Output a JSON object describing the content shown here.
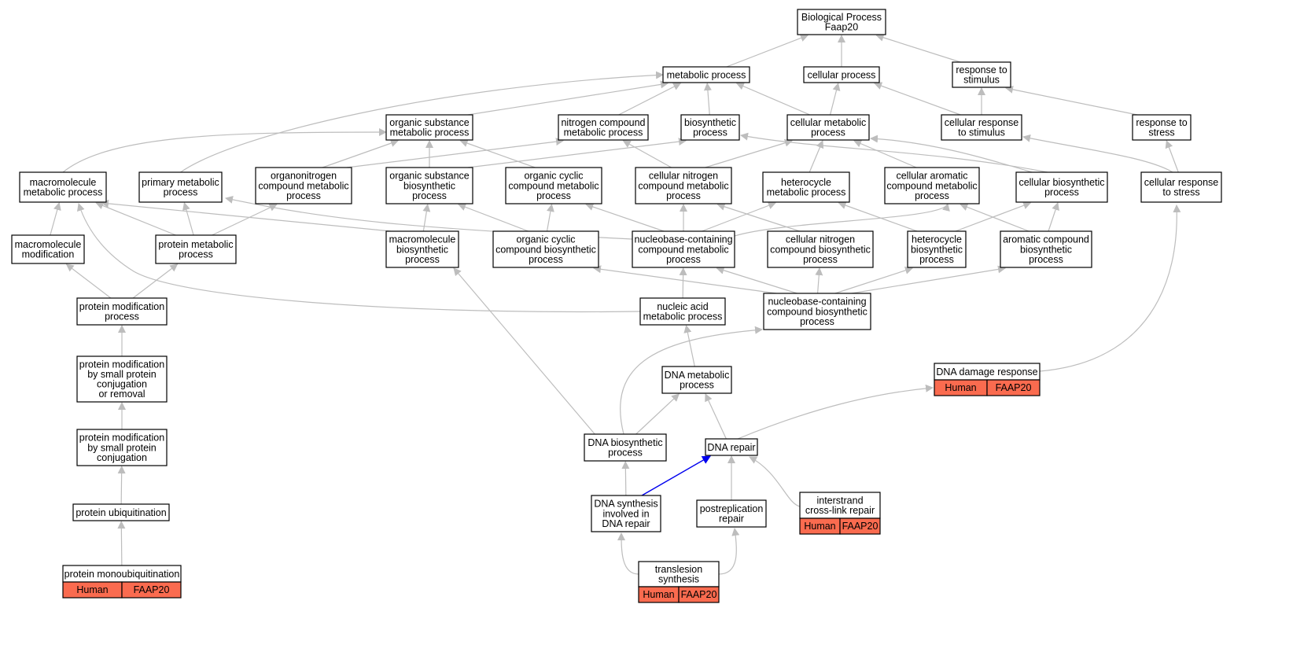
{
  "colors": {
    "edge": "#bdbdbd",
    "highlight_edge": "#0000ee",
    "annotation_fill": "#fa6b4f",
    "node_border": "#000000"
  },
  "nodes": {
    "root": {
      "lines": [
        "Biological Process",
        "Faap20"
      ]
    },
    "metabolic": {
      "lines": [
        "metabolic process"
      ]
    },
    "cellular": {
      "lines": [
        "cellular process"
      ]
    },
    "response_stimulus": {
      "lines": [
        "response to",
        "stimulus"
      ]
    },
    "organic_substance_metabolic": {
      "lines": [
        "organic substance",
        "metabolic process"
      ]
    },
    "nitrogen_compound_metabolic": {
      "lines": [
        "nitrogen compound",
        "metabolic process"
      ]
    },
    "biosynthetic": {
      "lines": [
        "biosynthetic",
        "process"
      ]
    },
    "cellular_metabolic": {
      "lines": [
        "cellular metabolic",
        "process"
      ]
    },
    "cellular_response_stimulus": {
      "lines": [
        "cellular response",
        "to stimulus"
      ]
    },
    "response_stress": {
      "lines": [
        "response to",
        "stress"
      ]
    },
    "macromolecule_metabolic": {
      "lines": [
        "macromolecule",
        "metabolic process"
      ]
    },
    "primary_metabolic": {
      "lines": [
        "primary metabolic",
        "process"
      ]
    },
    "organonitrogen": {
      "lines": [
        "organonitrogen",
        "compound metabolic",
        "process"
      ]
    },
    "organic_substance_biosynthetic": {
      "lines": [
        "organic substance",
        "biosynthetic",
        "process"
      ]
    },
    "organic_cyclic_metabolic": {
      "lines": [
        "organic cyclic",
        "compound metabolic",
        "process"
      ]
    },
    "cellular_nitrogen_metabolic": {
      "lines": [
        "cellular nitrogen",
        "compound metabolic",
        "process"
      ]
    },
    "heterocycle_metabolic": {
      "lines": [
        "heterocycle",
        "metabolic process"
      ]
    },
    "cellular_aromatic": {
      "lines": [
        "cellular aromatic",
        "compound metabolic",
        "process"
      ]
    },
    "cellular_biosynthetic": {
      "lines": [
        "cellular biosynthetic",
        "process"
      ]
    },
    "cellular_response_stress": {
      "lines": [
        "cellular response",
        "to stress"
      ]
    },
    "macromolecule_modification": {
      "lines": [
        "macromolecule",
        "modification"
      ]
    },
    "protein_metabolic": {
      "lines": [
        "protein metabolic",
        "process"
      ]
    },
    "macromolecule_biosynthetic": {
      "lines": [
        "macromolecule",
        "biosynthetic",
        "process"
      ]
    },
    "organic_cyclic_biosynthetic": {
      "lines": [
        "organic cyclic",
        "compound biosynthetic",
        "process"
      ]
    },
    "nucleobase_metabolic": {
      "lines": [
        "nucleobase-containing",
        "compound metabolic",
        "process"
      ]
    },
    "cellular_nitrogen_biosynthetic": {
      "lines": [
        "cellular nitrogen",
        "compound biosynthetic",
        "process"
      ]
    },
    "heterocycle_biosynthetic": {
      "lines": [
        "heterocycle",
        "biosynthetic",
        "process"
      ]
    },
    "aromatic_biosynthetic": {
      "lines": [
        "aromatic compound",
        "biosynthetic",
        "process"
      ]
    },
    "protein_modification": {
      "lines": [
        "protein modification",
        "process"
      ]
    },
    "nucleic_acid_metabolic": {
      "lines": [
        "nucleic acid",
        "metabolic process"
      ]
    },
    "nucleobase_biosynthetic": {
      "lines": [
        "nucleobase-containing",
        "compound biosynthetic",
        "process"
      ]
    },
    "pm_small_protein": {
      "lines": [
        "protein modification",
        "by small protein",
        "conjugation",
        "or removal"
      ]
    },
    "dna_metabolic": {
      "lines": [
        "DNA metabolic",
        "process"
      ]
    },
    "dna_damage_response": {
      "lines": [
        "DNA damage response"
      ],
      "annotation": [
        "Human",
        "FAAP20"
      ]
    },
    "pm_small_protein_conj": {
      "lines": [
        "protein modification",
        "by small protein",
        "conjugation"
      ]
    },
    "dna_biosynthetic": {
      "lines": [
        "DNA biosynthetic",
        "process"
      ]
    },
    "dna_repair": {
      "lines": [
        "DNA repair"
      ]
    },
    "protein_ubiquitination": {
      "lines": [
        "protein ubiquitination"
      ]
    },
    "dna_synthesis_repair": {
      "lines": [
        "DNA synthesis",
        "involved in",
        "DNA repair"
      ]
    },
    "postreplication_repair": {
      "lines": [
        "postreplication",
        "repair"
      ]
    },
    "interstrand_repair": {
      "lines": [
        "interstrand",
        "cross-link repair"
      ],
      "annotation": [
        "Human",
        "FAAP20"
      ]
    },
    "protein_monoubiquitination": {
      "lines": [
        "protein monoubiquitination"
      ],
      "annotation": [
        "Human",
        "FAAP20"
      ]
    },
    "translesion": {
      "lines": [
        "translesion",
        "synthesis"
      ],
      "annotation": [
        "Human",
        "FAAP20"
      ]
    }
  }
}
